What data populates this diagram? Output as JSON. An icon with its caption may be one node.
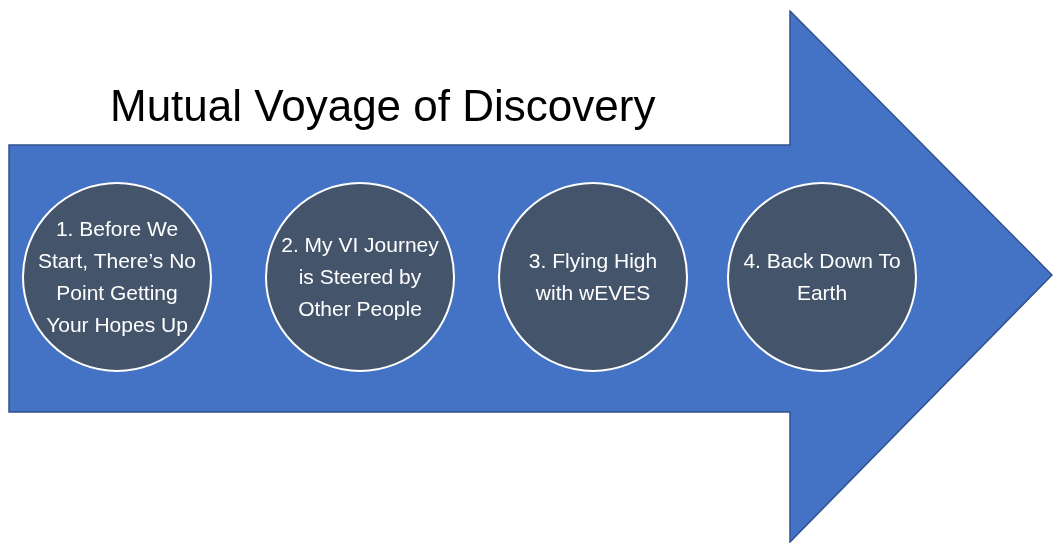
{
  "diagram": {
    "title": "Mutual Voyage of Discovery",
    "nodes": [
      {
        "text": [],
        "shape": "arrow"
      },
      {
        "text": [
          "1. Before We Start, There’s No Point Getting Your Hopes Up"
        ],
        "in": 0
      },
      {
        "text": [
          "2. My VI Journey is Steered by Other People"
        ],
        "in": 0
      },
      {
        "text": [
          "3. Flying High with wEVES"
        ],
        "in": 0
      },
      {
        "text": [
          "4. Back Down To Earth"
        ],
        "in": 0
      }
    ]
  }
}
